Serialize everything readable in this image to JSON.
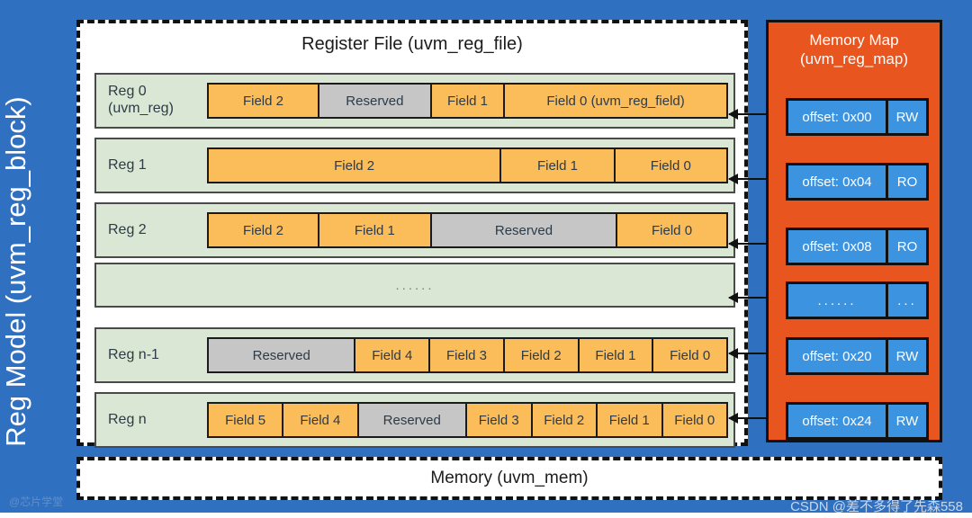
{
  "block": {
    "label": "Reg Model (uvm_reg_block)",
    "color": "#3070c0"
  },
  "reg_file": {
    "title": "Register File (uvm_reg_file)",
    "row_bg": "#d9e7d4",
    "field_color": "#fbbc5a",
    "reserved_color": "#c6c6c6",
    "rows": [
      {
        "name_line1": "Reg 0",
        "name_line2": "(uvm_reg)",
        "fields": [
          {
            "label": "Field 2",
            "reserved": false,
            "flex": 122
          },
          {
            "label": "Reserved",
            "reserved": true,
            "flex": 124
          },
          {
            "label": "Field 1",
            "reserved": false,
            "flex": 80
          },
          {
            "label": "Field 0 (uvm_reg_field)",
            "reserved": false,
            "flex": 248
          }
        ]
      },
      {
        "name_line1": "Reg 1",
        "name_line2": "",
        "fields": [
          {
            "label": "Field 2",
            "reserved": false,
            "flex": 325
          },
          {
            "label": "Field 1",
            "reserved": false,
            "flex": 125
          },
          {
            "label": "Field 0",
            "reserved": false,
            "flex": 124
          }
        ]
      },
      {
        "name_line1": "Reg 2",
        "name_line2": "",
        "fields": [
          {
            "label": "Field 2",
            "reserved": false,
            "flex": 122
          },
          {
            "label": "Field 1",
            "reserved": false,
            "flex": 124
          },
          {
            "label": "Reserved",
            "reserved": true,
            "flex": 206
          },
          {
            "label": "Field 0",
            "reserved": false,
            "flex": 122
          }
        ]
      },
      {
        "name_line1": "",
        "name_line2": "",
        "dots": "......",
        "fields": []
      },
      {
        "name_line1": "Reg n-1",
        "name_line2": "",
        "fields": [
          {
            "label": "Reserved",
            "reserved": true,
            "flex": 164
          },
          {
            "label": "Field 4",
            "reserved": false,
            "flex": 82
          },
          {
            "label": "Field 3",
            "reserved": false,
            "flex": 82
          },
          {
            "label": "Field 2",
            "reserved": false,
            "flex": 82
          },
          {
            "label": "Field 1",
            "reserved": false,
            "flex": 82
          },
          {
            "label": "Field 0",
            "reserved": false,
            "flex": 82
          }
        ]
      },
      {
        "name_line1": "Reg n",
        "name_line2": "",
        "fields": [
          {
            "label": "Field 5",
            "reserved": false,
            "flex": 83
          },
          {
            "label": "Field 4",
            "reserved": false,
            "flex": 83
          },
          {
            "label": "Reserved",
            "reserved": true,
            "flex": 121
          },
          {
            "label": "Field 3",
            "reserved": false,
            "flex": 72
          },
          {
            "label": "Field 2",
            "reserved": false,
            "flex": 72
          },
          {
            "label": "Field 1",
            "reserved": false,
            "flex": 72
          },
          {
            "label": "Field 0",
            "reserved": false,
            "flex": 72
          }
        ]
      }
    ]
  },
  "memory_map": {
    "title_line1": "Memory Map",
    "title_line2": "(uvm_reg_map)",
    "panel_color": "#e8551f",
    "entry_color": "#3c93e0",
    "entries": [
      {
        "offset": "offset: 0x00",
        "access": "RW"
      },
      {
        "offset": "offset: 0x04",
        "access": "RO"
      },
      {
        "offset": "offset: 0x08",
        "access": "RO"
      },
      {
        "offset": "......",
        "access": "..."
      },
      {
        "offset": "offset: 0x20",
        "access": "RW"
      },
      {
        "offset": "offset: 0x24",
        "access": "RW"
      }
    ]
  },
  "memory": {
    "label": "Memory (uvm_mem)"
  },
  "watermarks": {
    "bottom_right": "CSDN @差不多得了先森558",
    "bottom_left": "@芯片学堂"
  }
}
